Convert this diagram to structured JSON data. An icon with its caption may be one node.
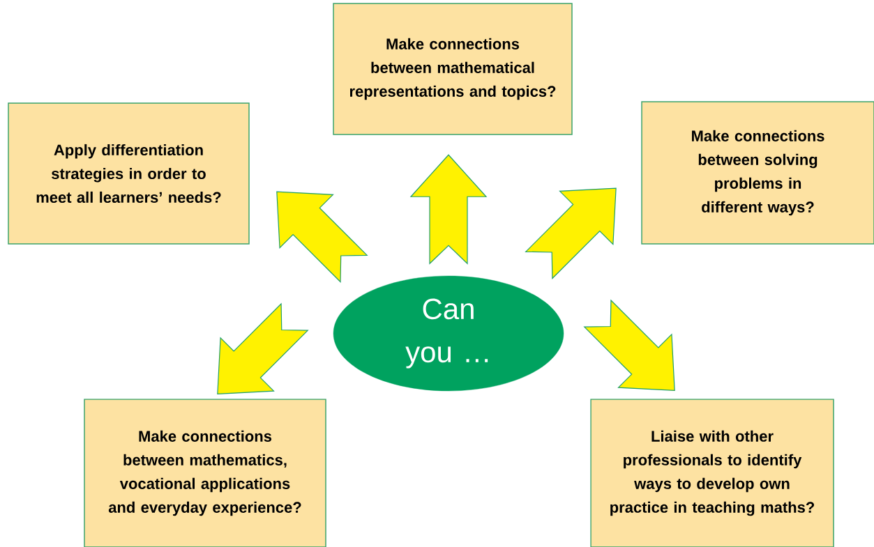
{
  "diagram": {
    "nodes": [
      {
        "text": [
          "Make connections between mathematical representations and topics?"
        ]
      },
      {
        "text": [
          "Apply differentiation strategies in order to meet all learners’ needs?"
        ]
      },
      {
        "text": [
          "Make connections between solving problems in different ways?"
        ]
      },
      {
        "text": [
          "Can you …"
        ]
      },
      {
        "text": [
          "Make connections between mathematics, vocational applications and everyday experience?"
        ]
      },
      {
        "text": [
          "Liaise with other professionals to identify ways to develop own practice in teaching maths?"
        ]
      }
    ],
    "edges": [
      {
        "from": 3,
        "to": 1,
        "arrow": "to"
      },
      {
        "from": 3,
        "to": 0,
        "arrow": "to"
      },
      {
        "from": 3,
        "to": 2,
        "arrow": "to"
      },
      {
        "from": 3,
        "to": 4,
        "arrow": "to"
      },
      {
        "from": 3,
        "to": 5,
        "arrow": "to"
      }
    ]
  }
}
